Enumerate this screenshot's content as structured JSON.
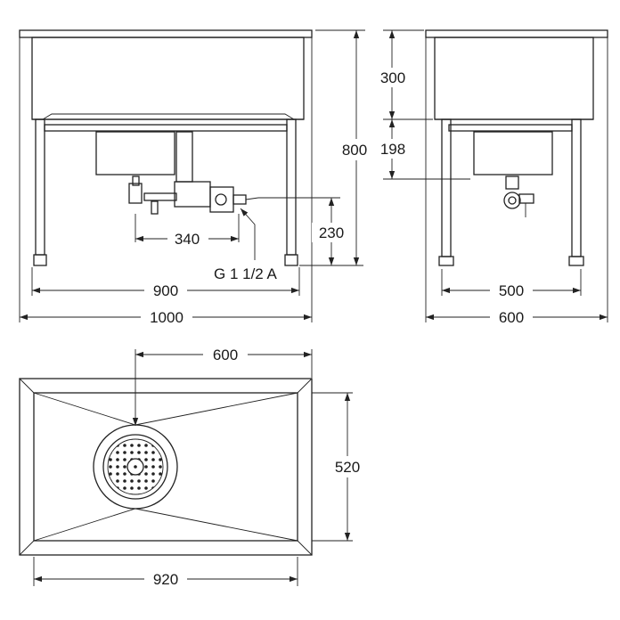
{
  "dimensions": {
    "front_outer_width": "1000",
    "front_leg_span": "900",
    "total_height": "800",
    "basin_depth": "300",
    "valve_drop": "198",
    "outlet_height": "230",
    "outlet_offset": "340",
    "outlet_thread": "G 1 1/2 A",
    "side_outer_depth": "600",
    "side_leg_span": "500",
    "top_width": "600",
    "top_depth": "520",
    "top_inner_width": "920"
  }
}
